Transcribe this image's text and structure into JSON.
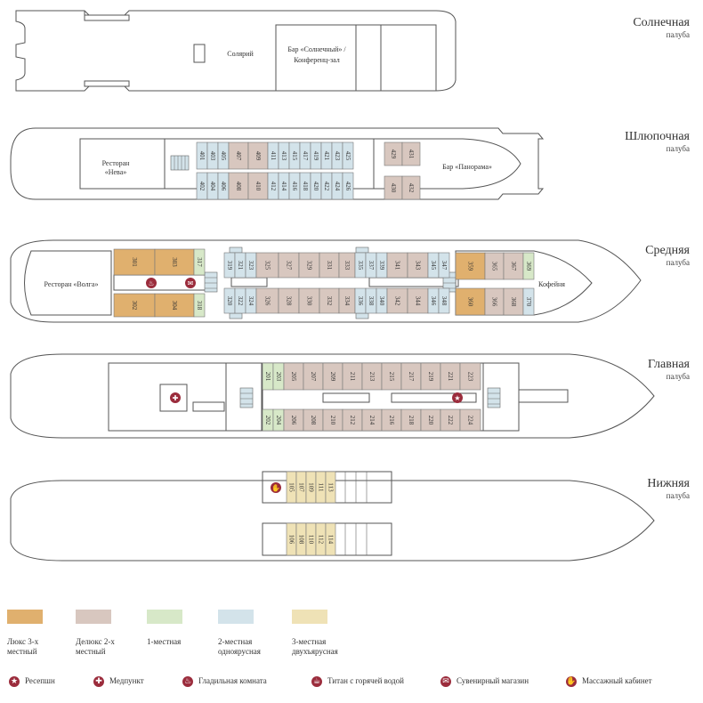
{
  "colors": {
    "lux": "#e0b06e",
    "deluxe": "#d8c7bf",
    "single": "#d7e8c8",
    "double": "#d3e3ea",
    "triple": "#efe2b6",
    "outline": "#555555",
    "amenity": "#9b2c3c"
  },
  "decks": [
    {
      "name": "Солнечная",
      "sub": "палуба"
    },
    {
      "name": "Шлюпочная",
      "sub": "палуба"
    },
    {
      "name": "Средняя",
      "sub": "палуба"
    },
    {
      "name": "Главная",
      "sub": "палуба"
    },
    {
      "name": "Нижняя",
      "sub": "палуба"
    }
  ],
  "areas": {
    "solarium": "Солярий",
    "bar_sun": "Бар «Солнечный» /",
    "conference": "Конференц-зал",
    "neva_1": "Ресторан",
    "neva_2": "«Нева»",
    "panorama": "Бар «Панорама»",
    "volga": "Ресторан «Волга»",
    "coffee": "Кофейня"
  },
  "cabins": {
    "boat_top": [
      {
        "n": "401",
        "t": "double"
      },
      {
        "n": "403",
        "t": "double"
      },
      {
        "n": "405",
        "t": "double"
      },
      {
        "n": "407",
        "t": "deluxe"
      },
      {
        "n": "409",
        "t": "deluxe"
      },
      {
        "n": "411",
        "t": "double"
      },
      {
        "n": "413",
        "t": "double"
      },
      {
        "n": "415",
        "t": "double"
      },
      {
        "n": "417",
        "t": "double"
      },
      {
        "n": "419",
        "t": "double"
      },
      {
        "n": "421",
        "t": "double"
      },
      {
        "n": "423",
        "t": "double"
      },
      {
        "n": "425",
        "t": "double"
      }
    ],
    "boat_bottom": [
      {
        "n": "402",
        "t": "double"
      },
      {
        "n": "404",
        "t": "double"
      },
      {
        "n": "406",
        "t": "double"
      },
      {
        "n": "408",
        "t": "deluxe"
      },
      {
        "n": "410",
        "t": "deluxe"
      },
      {
        "n": "412",
        "t": "double"
      },
      {
        "n": "414",
        "t": "double"
      },
      {
        "n": "416",
        "t": "double"
      },
      {
        "n": "418",
        "t": "double"
      },
      {
        "n": "420",
        "t": "double"
      },
      {
        "n": "422",
        "t": "double"
      },
      {
        "n": "424",
        "t": "double"
      },
      {
        "n": "426",
        "t": "double"
      }
    ],
    "boat_aft_top": [
      {
        "n": "429",
        "t": "deluxe"
      },
      {
        "n": "431",
        "t": "deluxe"
      }
    ],
    "boat_aft_bottom": [
      {
        "n": "430",
        "t": "deluxe"
      },
      {
        "n": "432",
        "t": "deluxe"
      }
    ],
    "mid_lux_top": [
      {
        "n": "301",
        "t": "lux"
      },
      {
        "n": "303",
        "t": "lux"
      }
    ],
    "mid_lux_bottom": [
      {
        "n": "302",
        "t": "lux"
      },
      {
        "n": "304",
        "t": "lux"
      }
    ],
    "mid_317": {
      "n": "317",
      "t": "single"
    },
    "mid_318": {
      "n": "318",
      "t": "single"
    },
    "mid_top": [
      {
        "n": "319",
        "t": "double"
      },
      {
        "n": "321",
        "t": "double"
      },
      {
        "n": "323",
        "t": "double"
      },
      {
        "n": "325",
        "t": "deluxe"
      },
      {
        "n": "327",
        "t": "deluxe"
      },
      {
        "n": "329",
        "t": "deluxe"
      },
      {
        "n": "331",
        "t": "deluxe"
      },
      {
        "n": "333",
        "t": "deluxe"
      },
      {
        "n": "335",
        "t": "double"
      },
      {
        "n": "337",
        "t": "double"
      },
      {
        "n": "339",
        "t": "double"
      },
      {
        "n": "341",
        "t": "deluxe"
      },
      {
        "n": "343",
        "t": "deluxe"
      },
      {
        "n": "345",
        "t": "double"
      },
      {
        "n": "347",
        "t": "double"
      }
    ],
    "mid_bottom": [
      {
        "n": "320",
        "t": "double"
      },
      {
        "n": "322",
        "t": "double"
      },
      {
        "n": "324",
        "t": "double"
      },
      {
        "n": "326",
        "t": "deluxe"
      },
      {
        "n": "328",
        "t": "deluxe"
      },
      {
        "n": "330",
        "t": "deluxe"
      },
      {
        "n": "332",
        "t": "deluxe"
      },
      {
        "n": "334",
        "t": "deluxe"
      },
      {
        "n": "336",
        "t": "double"
      },
      {
        "n": "338",
        "t": "double"
      },
      {
        "n": "340",
        "t": "double"
      },
      {
        "n": "342",
        "t": "deluxe"
      },
      {
        "n": "344",
        "t": "deluxe"
      },
      {
        "n": "346",
        "t": "double"
      },
      {
        "n": "348",
        "t": "double"
      }
    ],
    "mid_aft_top": [
      {
        "n": "359",
        "t": "lux"
      },
      {
        "n": "365",
        "t": "deluxe"
      },
      {
        "n": "367",
        "t": "deluxe"
      },
      {
        "n": "369",
        "t": "single"
      }
    ],
    "mid_aft_bottom": [
      {
        "n": "360",
        "t": "lux"
      },
      {
        "n": "366",
        "t": "deluxe"
      },
      {
        "n": "368",
        "t": "deluxe"
      },
      {
        "n": "370",
        "t": "double"
      }
    ],
    "main_top": [
      {
        "n": "201",
        "t": "single"
      },
      {
        "n": "203",
        "t": "single"
      },
      {
        "n": "205",
        "t": "deluxe"
      },
      {
        "n": "207",
        "t": "deluxe"
      },
      {
        "n": "209",
        "t": "deluxe"
      },
      {
        "n": "211",
        "t": "deluxe"
      },
      {
        "n": "213",
        "t": "deluxe"
      },
      {
        "n": "215",
        "t": "deluxe"
      },
      {
        "n": "217",
        "t": "deluxe"
      },
      {
        "n": "219",
        "t": "deluxe"
      },
      {
        "n": "221",
        "t": "deluxe"
      },
      {
        "n": "223",
        "t": "deluxe"
      }
    ],
    "main_bottom": [
      {
        "n": "202",
        "t": "single"
      },
      {
        "n": "204",
        "t": "single"
      },
      {
        "n": "206",
        "t": "deluxe"
      },
      {
        "n": "208",
        "t": "deluxe"
      },
      {
        "n": "210",
        "t": "deluxe"
      },
      {
        "n": "212",
        "t": "deluxe"
      },
      {
        "n": "214",
        "t": "deluxe"
      },
      {
        "n": "216",
        "t": "deluxe"
      },
      {
        "n": "218",
        "t": "deluxe"
      },
      {
        "n": "220",
        "t": "deluxe"
      },
      {
        "n": "222",
        "t": "deluxe"
      },
      {
        "n": "224",
        "t": "deluxe"
      }
    ],
    "lower_top": [
      {
        "n": "105",
        "t": "triple"
      },
      {
        "n": "107",
        "t": "triple"
      },
      {
        "n": "109",
        "t": "triple"
      },
      {
        "n": "111",
        "t": "triple"
      },
      {
        "n": "113",
        "t": "triple"
      }
    ],
    "lower_bottom": [
      {
        "n": "106",
        "t": "triple"
      },
      {
        "n": "108",
        "t": "triple"
      },
      {
        "n": "110",
        "t": "triple"
      },
      {
        "n": "112",
        "t": "triple"
      },
      {
        "n": "114",
        "t": "triple"
      }
    ]
  },
  "legend": [
    {
      "label": "Люкс 3-х местный",
      "type": "lux"
    },
    {
      "label": "Делюкс 2-х местный",
      "type": "deluxe"
    },
    {
      "label": "1-местная",
      "type": "single"
    },
    {
      "label": "2-местная одноярусная",
      "type": "double"
    },
    {
      "label": "3-местная двухъярусная",
      "type": "triple"
    }
  ],
  "amenities": [
    {
      "label": "Ресепшн",
      "icon": "star-icon",
      "glyph": "★"
    },
    {
      "label": "Медпункт",
      "icon": "medical-cross-icon",
      "glyph": "✚"
    },
    {
      "label": "Гладильная комната",
      "icon": "iron-icon",
      "glyph": "♨"
    },
    {
      "label": "Титан с горячей водой",
      "icon": "hot-water-icon",
      "glyph": "☕"
    },
    {
      "label": "Сувенирный магазин",
      "icon": "gift-icon",
      "glyph": "✉"
    },
    {
      "label": "Массажный кабинет",
      "icon": "massage-hand-icon",
      "glyph": "✋"
    }
  ]
}
